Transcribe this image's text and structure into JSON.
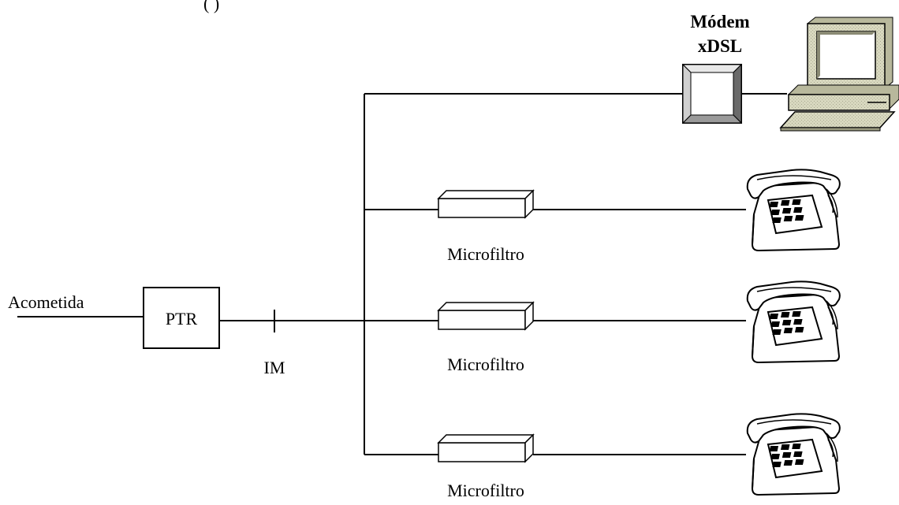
{
  "diagram": {
    "header_fragment": "(              )",
    "labels": {
      "acometida": "Acometida",
      "ptr": "PTR",
      "im": "IM",
      "modem_line1": "Módem",
      "modem_line2": "xDSL",
      "microfiltro": [
        "Microfiltro",
        "Microfiltro",
        "Microfiltro"
      ]
    },
    "icons": {
      "computer": "computer-icon",
      "phone": "telephone-icon",
      "modem": "modem-icon",
      "filter": "microfilter-icon"
    }
  }
}
